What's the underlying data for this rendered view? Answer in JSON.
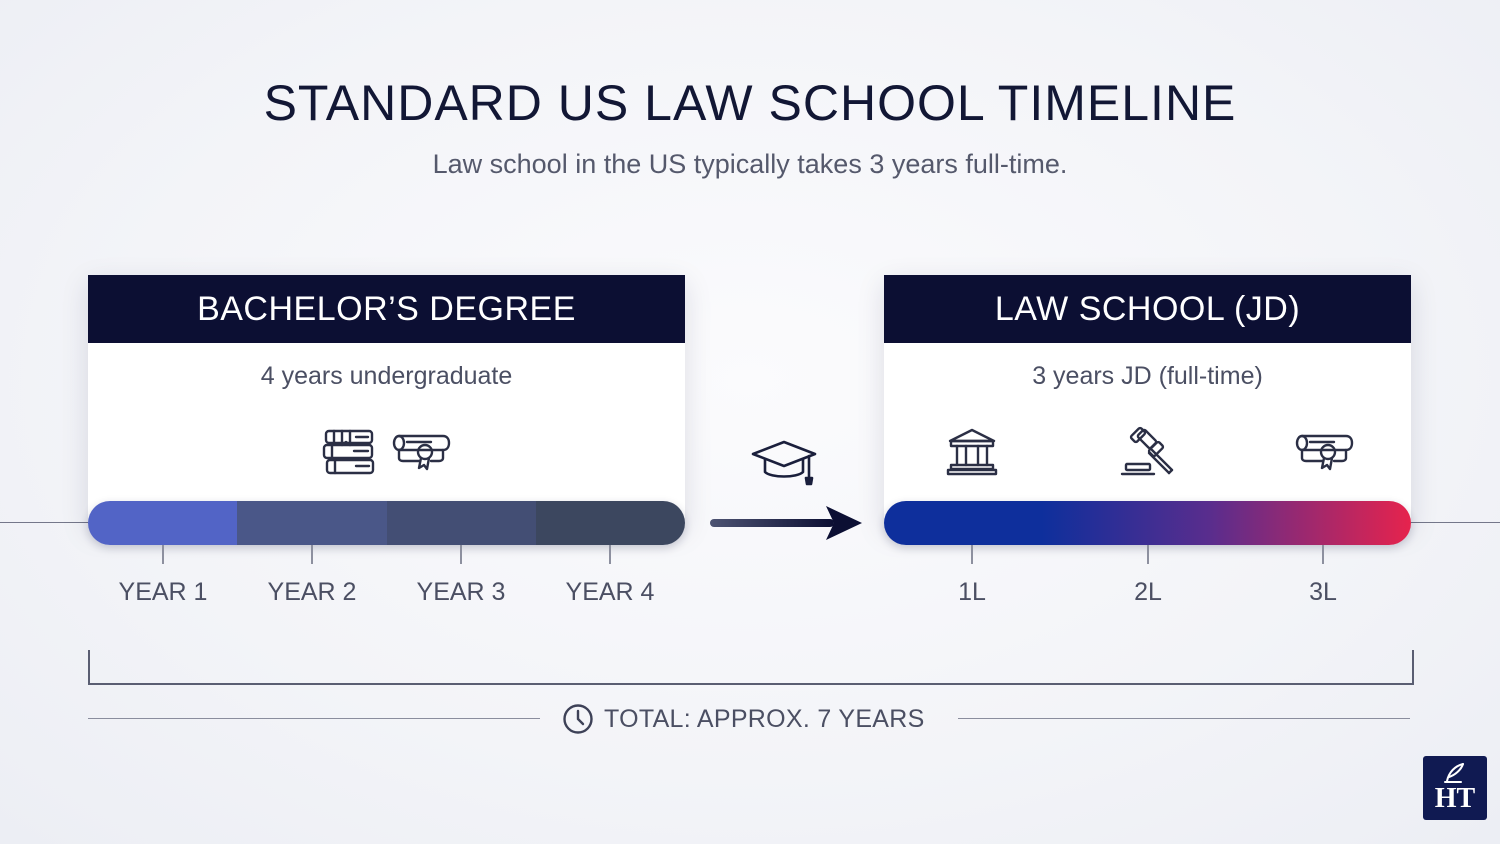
{
  "header": {
    "title": "STANDARD US LAW SCHOOL TIMELINE",
    "subtitle": "Law school in the US typically takes 3 years full-time."
  },
  "bachelor": {
    "title": "BACHELOR’S DEGREE",
    "subtitle": "4 years undergraduate",
    "icons": [
      "books-icon",
      "diploma-icon"
    ],
    "years": [
      "YEAR 1",
      "YEAR 2",
      "YEAR 3",
      "YEAR 4"
    ],
    "colors": [
      "#5264c6",
      "#4a5788",
      "#434e74",
      "#3c475f"
    ]
  },
  "transition": {
    "icons": [
      "graduation-cap-icon",
      "arrow-right-icon"
    ]
  },
  "law_school": {
    "title": "LAW SCHOOL (JD)",
    "subtitle": "3 years JD (full-time)",
    "icons": [
      "courthouse-icon",
      "gavel-icon",
      "diploma-icon"
    ],
    "years": [
      "1L",
      "2L",
      "3L"
    ],
    "colors": [
      "#0e2f9c",
      "#5a2d8d",
      "#e6234d"
    ]
  },
  "total": {
    "icon": "clock-icon",
    "label": "TOTAL: APPROX. 7 YEARS"
  },
  "logo": {
    "text": "HT",
    "icon": "quill-icon",
    "color": "#101a52"
  }
}
